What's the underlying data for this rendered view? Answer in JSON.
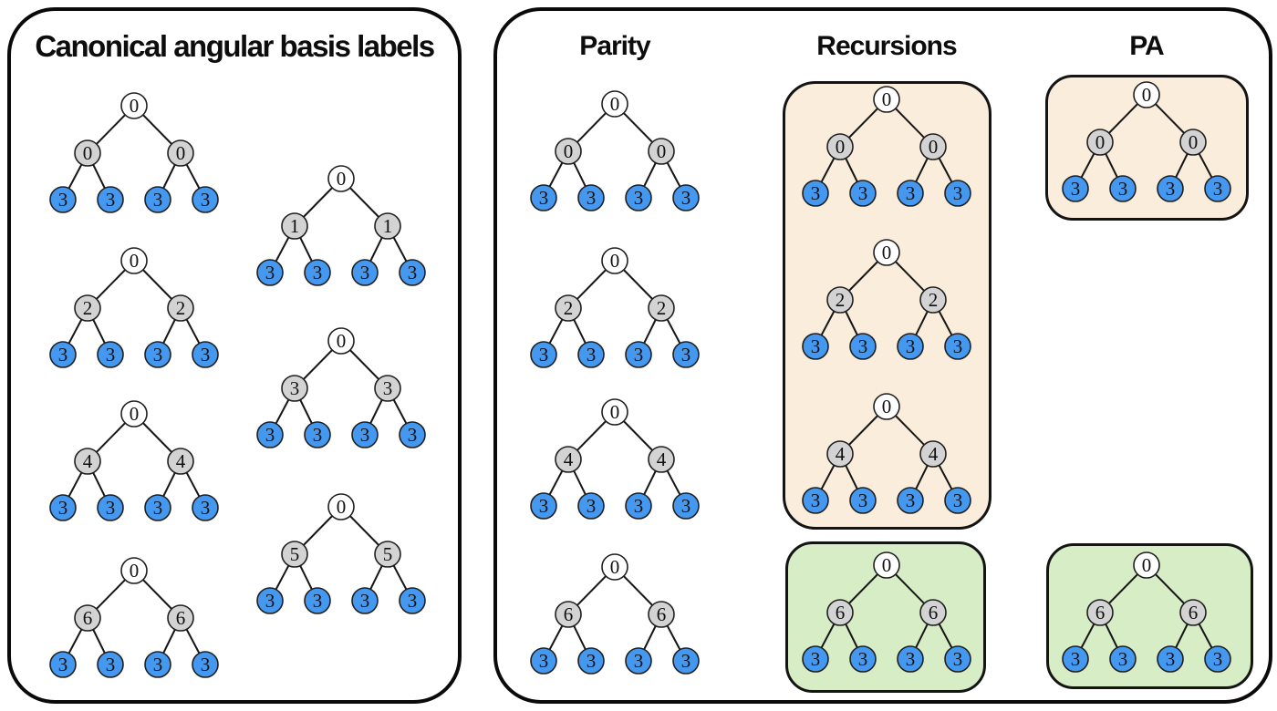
{
  "colors": {
    "leaf_fill": "#4598F0",
    "mid_fill": "#D3D3D3",
    "root_fill": "#FFFFFF",
    "node_stroke": "#1F1F1F",
    "edge_stroke": "#161616",
    "label_color": "#101010",
    "tan_box_fill": "#FAEDDB",
    "green_box_fill": "#D6EDC6",
    "box_border": "#141414",
    "panel_border": "#0A0A0A",
    "background": "#FFFFFF"
  },
  "left_panel": {
    "title": "Canonical angular basis labels",
    "trees": [
      {
        "id": "basis-0",
        "root": "0",
        "mids": [
          "0",
          "0"
        ],
        "leaves": [
          "3",
          "3",
          "3",
          "3"
        ]
      },
      {
        "id": "basis-2",
        "root": "0",
        "mids": [
          "2",
          "2"
        ],
        "leaves": [
          "3",
          "3",
          "3",
          "3"
        ]
      },
      {
        "id": "basis-4",
        "root": "0",
        "mids": [
          "4",
          "4"
        ],
        "leaves": [
          "3",
          "3",
          "3",
          "3"
        ]
      },
      {
        "id": "basis-6",
        "root": "0",
        "mids": [
          "6",
          "6"
        ],
        "leaves": [
          "3",
          "3",
          "3",
          "3"
        ]
      },
      {
        "id": "basis-1",
        "root": "0",
        "mids": [
          "1",
          "1"
        ],
        "leaves": [
          "3",
          "3",
          "3",
          "3"
        ]
      },
      {
        "id": "basis-3",
        "root": "0",
        "mids": [
          "3",
          "3"
        ],
        "leaves": [
          "3",
          "3",
          "3",
          "3"
        ]
      },
      {
        "id": "basis-5",
        "root": "0",
        "mids": [
          "5",
          "5"
        ],
        "leaves": [
          "3",
          "3",
          "3",
          "3"
        ]
      }
    ]
  },
  "right_panel": {
    "headers": [
      "Parity",
      "Recursions",
      "PA"
    ],
    "parity_trees": [
      {
        "id": "parity-0",
        "root": "0",
        "mids": [
          "0",
          "0"
        ],
        "leaves": [
          "3",
          "3",
          "3",
          "3"
        ]
      },
      {
        "id": "parity-2",
        "root": "0",
        "mids": [
          "2",
          "2"
        ],
        "leaves": [
          "3",
          "3",
          "3",
          "3"
        ]
      },
      {
        "id": "parity-4",
        "root": "0",
        "mids": [
          "4",
          "4"
        ],
        "leaves": [
          "3",
          "3",
          "3",
          "3"
        ]
      },
      {
        "id": "parity-6",
        "root": "0",
        "mids": [
          "6",
          "6"
        ],
        "leaves": [
          "3",
          "3",
          "3",
          "3"
        ]
      }
    ],
    "recursions_tan_trees": [
      {
        "id": "recursion-0",
        "root": "0",
        "mids": [
          "0",
          "0"
        ],
        "leaves": [
          "3",
          "3",
          "3",
          "3"
        ]
      },
      {
        "id": "recursion-2",
        "root": "0",
        "mids": [
          "2",
          "2"
        ],
        "leaves": [
          "3",
          "3",
          "3",
          "3"
        ]
      },
      {
        "id": "recursion-4",
        "root": "0",
        "mids": [
          "4",
          "4"
        ],
        "leaves": [
          "3",
          "3",
          "3",
          "3"
        ]
      }
    ],
    "recursions_green_trees": [
      {
        "id": "recursion-6",
        "root": "0",
        "mids": [
          "6",
          "6"
        ],
        "leaves": [
          "3",
          "3",
          "3",
          "3"
        ]
      }
    ],
    "pa_tan_trees": [
      {
        "id": "pa-0",
        "root": "0",
        "mids": [
          "0",
          "0"
        ],
        "leaves": [
          "3",
          "3",
          "3",
          "3"
        ]
      }
    ],
    "pa_green_trees": [
      {
        "id": "pa-6",
        "root": "0",
        "mids": [
          "6",
          "6"
        ],
        "leaves": [
          "3",
          "3",
          "3",
          "3"
        ]
      }
    ]
  }
}
